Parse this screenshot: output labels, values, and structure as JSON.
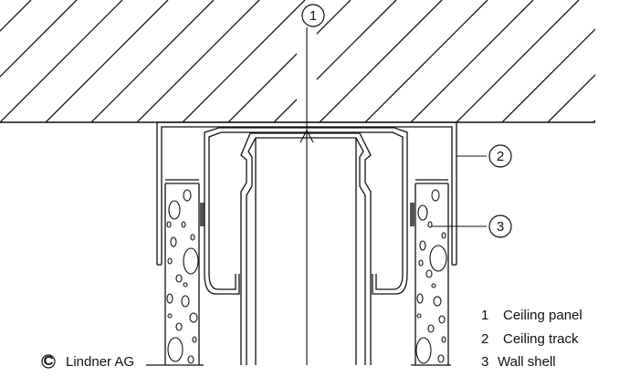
{
  "callouts": [
    {
      "number": "1"
    },
    {
      "number": "2"
    },
    {
      "number": "3"
    }
  ],
  "legend": [
    {
      "number": "1",
      "text": "Ceiling panel"
    },
    {
      "number": "2",
      "text": "Ceiling track"
    },
    {
      "number": "3",
      "text": "Wall shell"
    }
  ],
  "credit": {
    "symbol": "C",
    "text": "Lindner AG"
  }
}
